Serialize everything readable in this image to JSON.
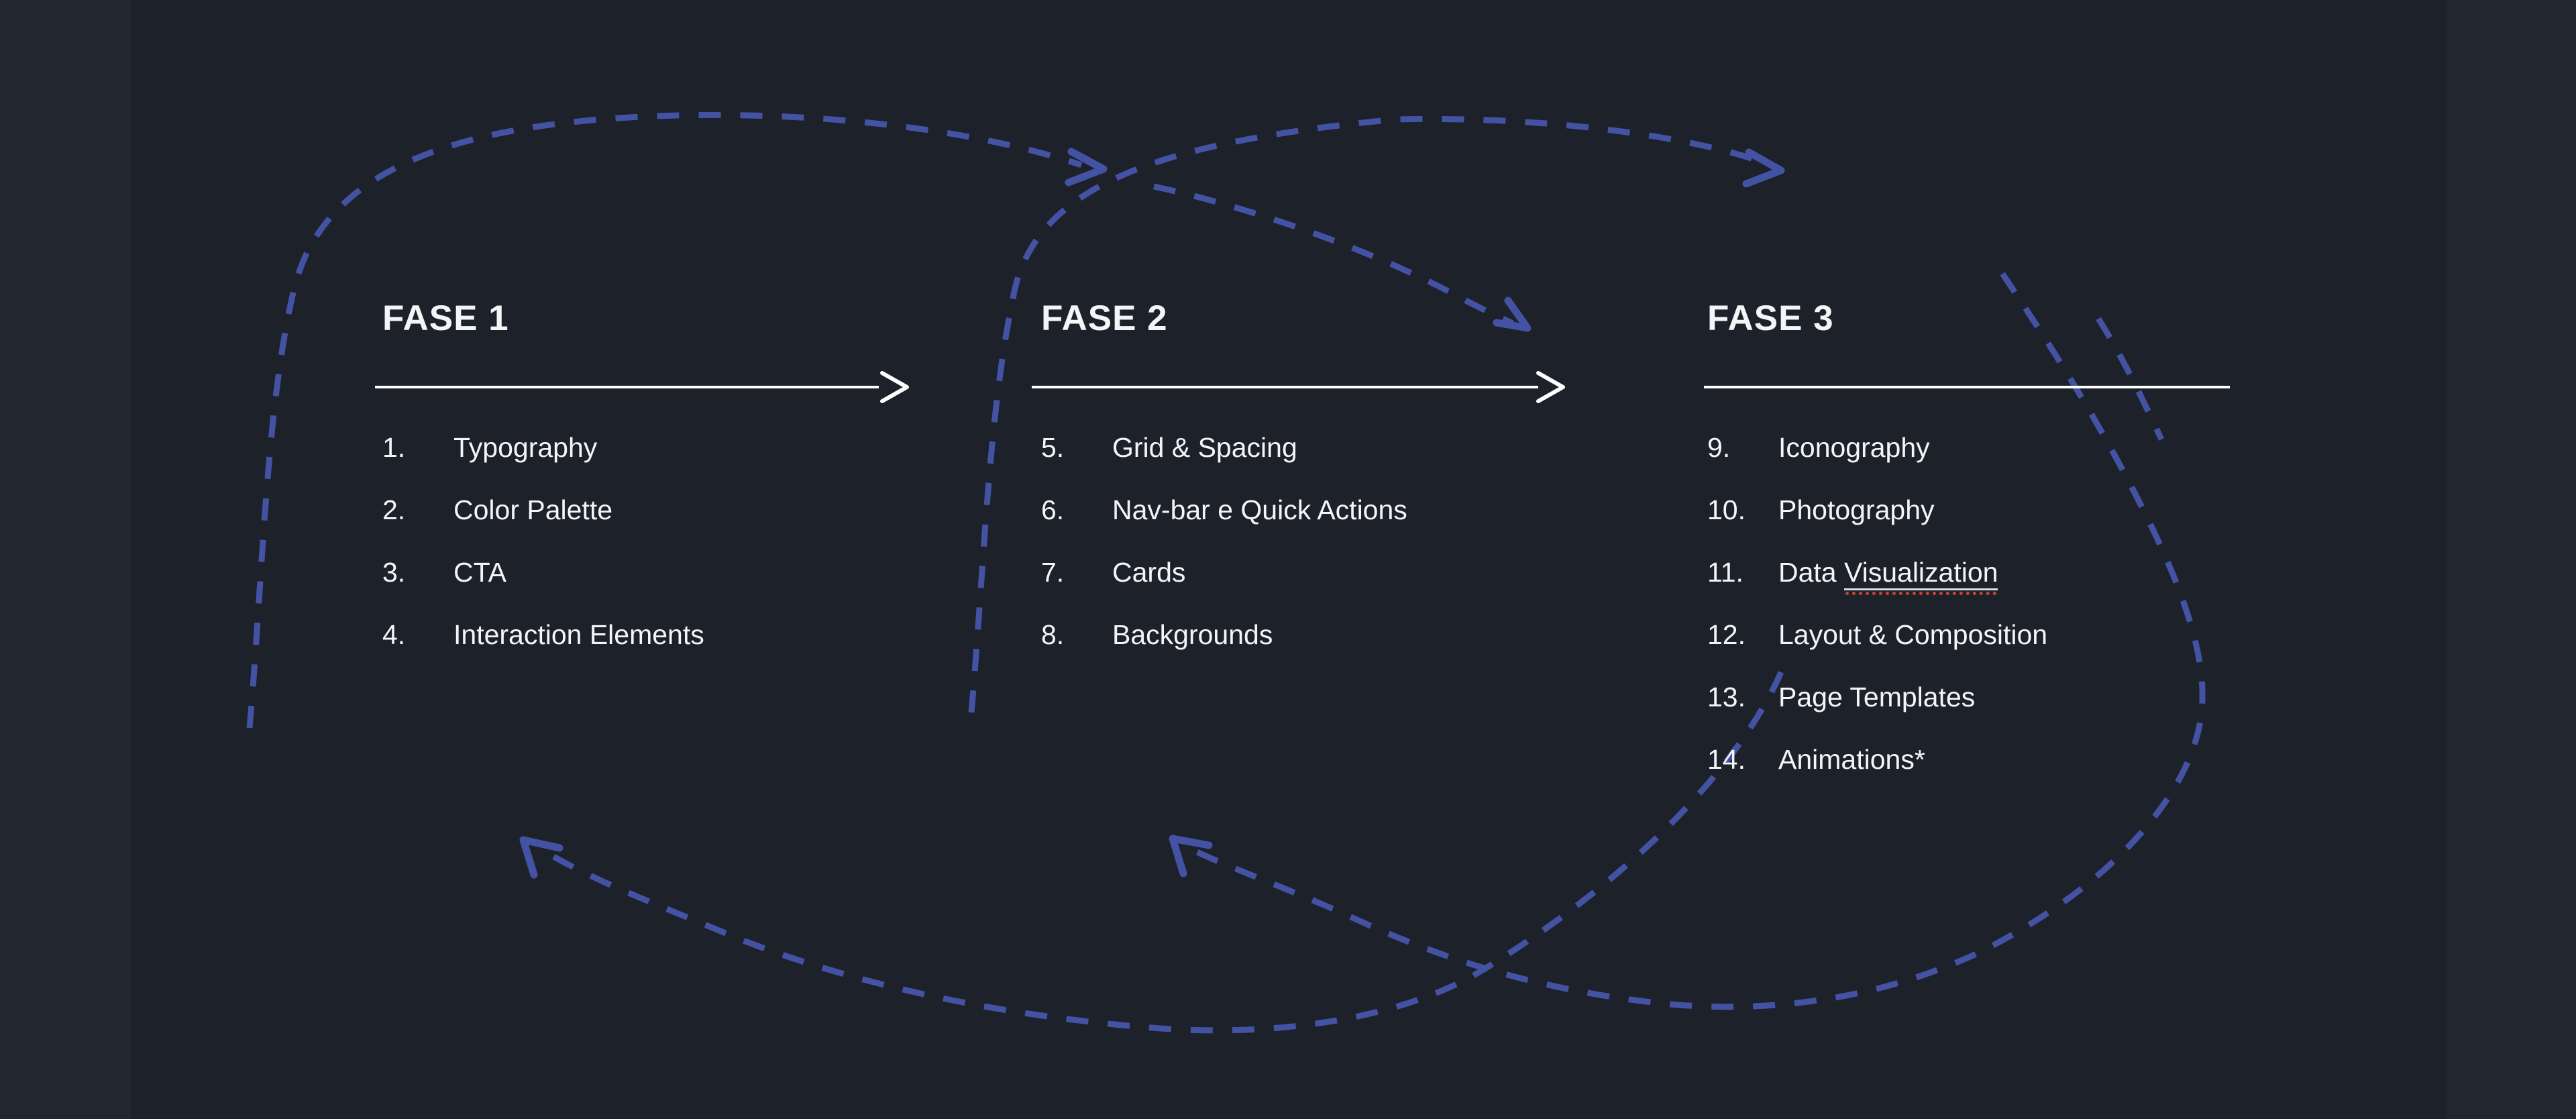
{
  "slide": {
    "colors": {
      "background": "#1d212a",
      "side_strip": "#22262f",
      "text": "#f4f5f7",
      "dash_accent": "#4452a4",
      "spellcheck_underline": "#cf4233",
      "white_line": "#ffffff"
    },
    "phases": [
      {
        "title": "FASE 1",
        "items": [
          {
            "num": "1.",
            "text": "Typography"
          },
          {
            "num": "2.",
            "text": "Color Palette"
          },
          {
            "num": "3.",
            "text": "CTA"
          },
          {
            "num": "4.",
            "text": "Interaction Elements"
          }
        ]
      },
      {
        "title": "FASE 2",
        "items": [
          {
            "num": "5.",
            "text": "Grid & Spacing"
          },
          {
            "num": "6.",
            "text": "Nav-bar e Quick Actions"
          },
          {
            "num": "7.",
            "text": "Cards"
          },
          {
            "num": "8.",
            "text": "Backgrounds"
          }
        ]
      },
      {
        "title": "FASE 3",
        "items": [
          {
            "num": "9.",
            "text": "Iconography"
          },
          {
            "num": "10.",
            "text": "Photography"
          },
          {
            "num": "11.",
            "text": "Data Visualization",
            "prefix": "Data ",
            "underlined": "Visualization"
          },
          {
            "num": "12.",
            "text": "Layout & Composition"
          },
          {
            "num": "13.",
            "text": "Page Templates"
          },
          {
            "num": "14.",
            "text": "Animations*"
          }
        ]
      }
    ]
  }
}
